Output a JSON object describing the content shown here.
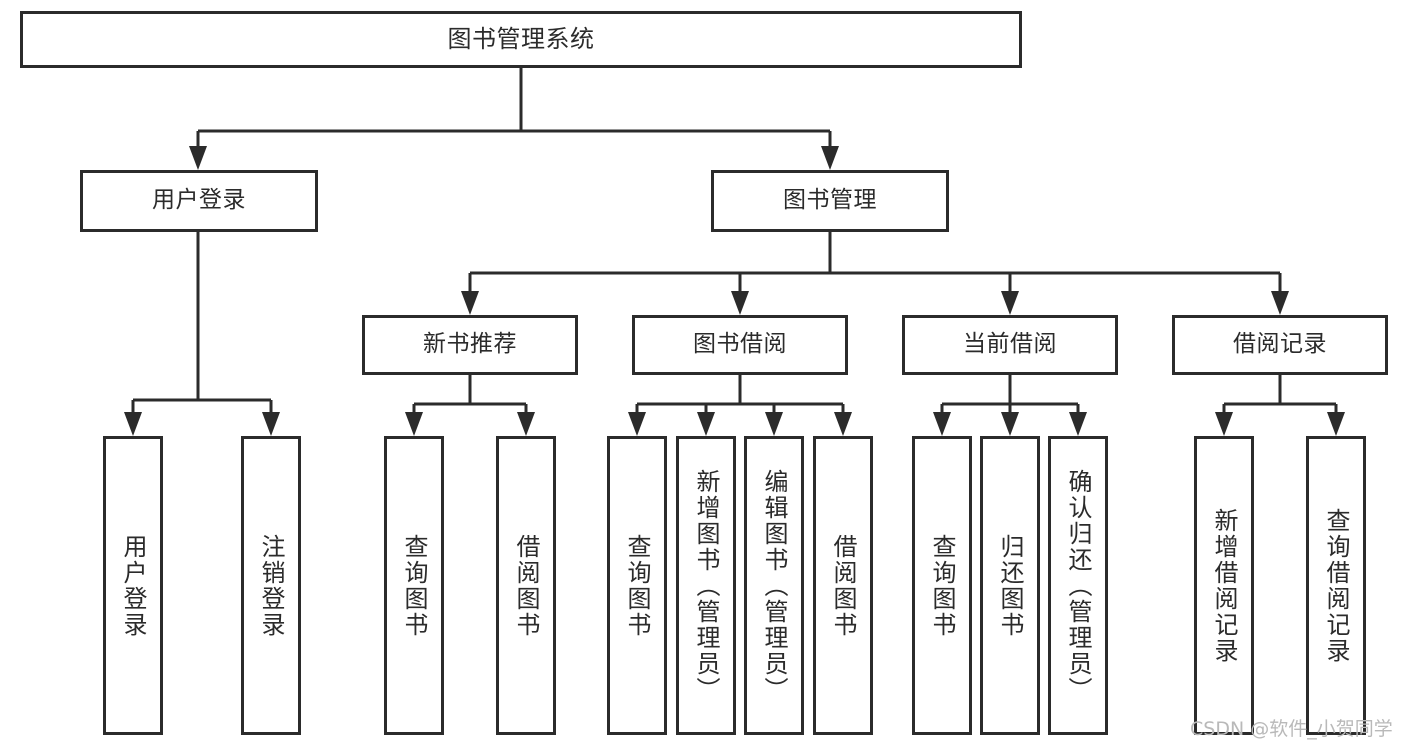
{
  "diagram": {
    "title": "图书管理系统",
    "watermark": "CSDN @软件_小贺同学",
    "stroke_color": "#2b2b2b",
    "background_color": "#ffffff",
    "watermark_color": "#b9b9b9",
    "root": {
      "label": "图书管理系统"
    },
    "level2": [
      {
        "label": "用户登录"
      },
      {
        "label": "图书管理"
      }
    ],
    "level3": [
      {
        "label": "新书推荐"
      },
      {
        "label": "图书借阅"
      },
      {
        "label": "当前借阅"
      },
      {
        "label": "借阅记录"
      }
    ],
    "leaves": {
      "user_login": [
        {
          "label": "用户登录"
        },
        {
          "label": "注销登录"
        }
      ],
      "new_book_recommend": [
        {
          "label": "查询图书"
        },
        {
          "label": "借阅图书"
        }
      ],
      "book_borrow": [
        {
          "label": "查询图书"
        },
        {
          "label": "新增图书（管理员）"
        },
        {
          "label": "编辑图书（管理员）"
        },
        {
          "label": "借阅图书"
        }
      ],
      "current_borrow": [
        {
          "label": "查询图书"
        },
        {
          "label": "归还图书"
        },
        {
          "label": "确认归还（管理员）"
        }
      ],
      "borrow_record": [
        {
          "label": "新增借阅记录"
        },
        {
          "label": "查询借阅记录"
        }
      ]
    }
  }
}
